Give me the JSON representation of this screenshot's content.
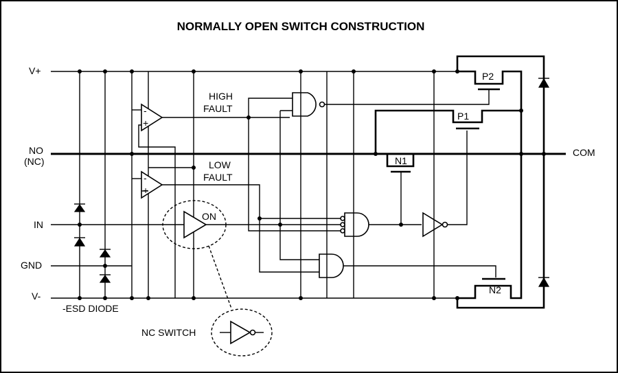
{
  "diagram": {
    "title": "NORMALLY OPEN SWITCH CONSTRUCTION",
    "rails": {
      "vplus": "V+",
      "no": "NO",
      "nc": "(NC)",
      "in": "IN",
      "gnd": "GND",
      "vminus": "V-",
      "com": "COM"
    },
    "labels": {
      "high_1": "HIGH",
      "high_2": "FAULT",
      "low_1": "LOW",
      "low_2": "FAULT",
      "on": "ON",
      "esd": "-ESD DIODE",
      "nc_switch": "NC SWITCH"
    },
    "transistors": {
      "p1": "P1",
      "p2": "P2",
      "n1": "N1",
      "n2": "N2"
    },
    "comparator_signs": {
      "minus": "-",
      "plus": "+"
    }
  }
}
